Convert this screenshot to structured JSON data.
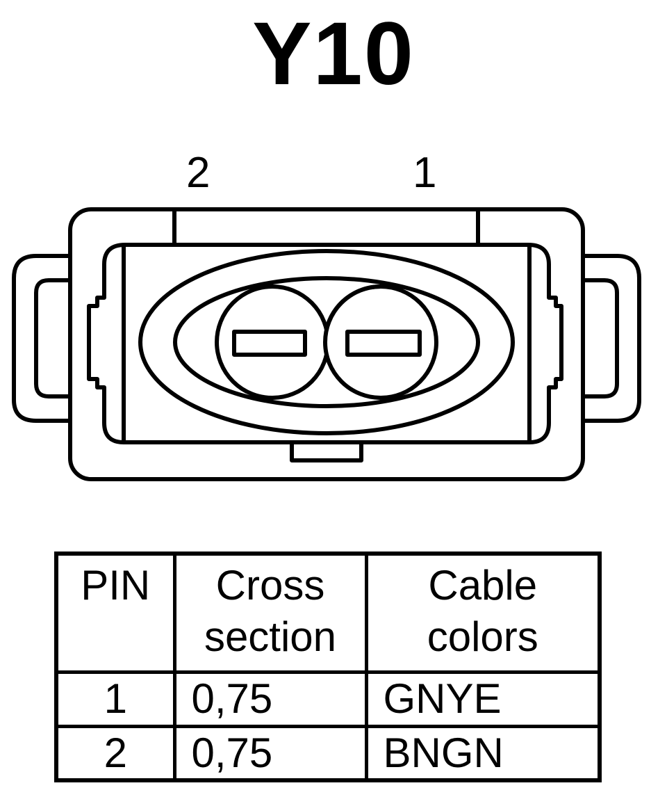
{
  "title": "Y10",
  "pin_labels": [
    "2",
    "1"
  ],
  "table": {
    "headers": {
      "pin": "PIN",
      "cross_line1": "Cross",
      "cross_line2": "section",
      "cable_line1": "Cable",
      "cable_line2": "colors"
    },
    "rows": [
      {
        "pin": "1",
        "cross_section": "0,75",
        "cable_color": "GNYE"
      },
      {
        "pin": "2",
        "cross_section": "0,75",
        "cable_color": "BNGN"
      }
    ]
  },
  "colors": {
    "line": "#000000",
    "background": "#ffffff"
  }
}
